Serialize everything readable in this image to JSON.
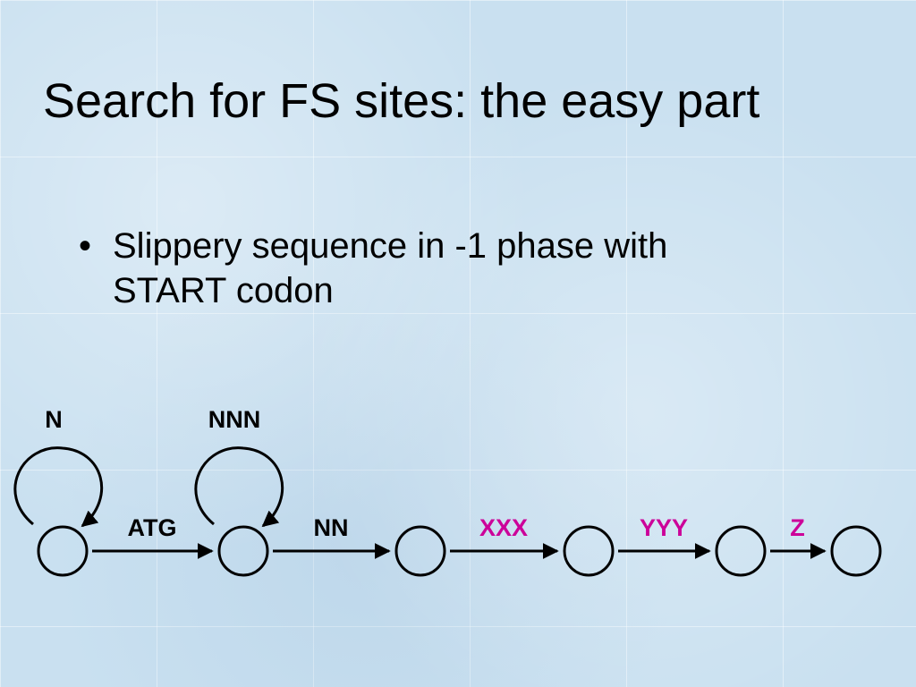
{
  "slide": {
    "title": "Search for FS sites: the easy part",
    "bullets": [
      {
        "marker": "•",
        "text": "Slippery sequence in -1 phase with START codon"
      }
    ]
  },
  "diagram": {
    "colors": {
      "default_label": "#000000",
      "highlight_label": "#cc0099",
      "stroke": "#000000"
    },
    "states": [
      {
        "id": "s1",
        "has_self_loop": true,
        "loop_label": "N"
      },
      {
        "id": "s2",
        "has_self_loop": true,
        "loop_label": "NNN"
      },
      {
        "id": "s3",
        "has_self_loop": false
      },
      {
        "id": "s4",
        "has_self_loop": false
      },
      {
        "id": "s5",
        "has_self_loop": false
      },
      {
        "id": "s6",
        "has_self_loop": false
      }
    ],
    "transitions": [
      {
        "from": "s1",
        "to": "s2",
        "label": "ATG",
        "highlight": false
      },
      {
        "from": "s2",
        "to": "s3",
        "label": "NN",
        "highlight": false
      },
      {
        "from": "s3",
        "to": "s4",
        "label": "XXX",
        "highlight": true
      },
      {
        "from": "s4",
        "to": "s5",
        "label": "YYY",
        "highlight": true
      },
      {
        "from": "s5",
        "to": "s6",
        "label": "Z",
        "highlight": true
      }
    ]
  }
}
